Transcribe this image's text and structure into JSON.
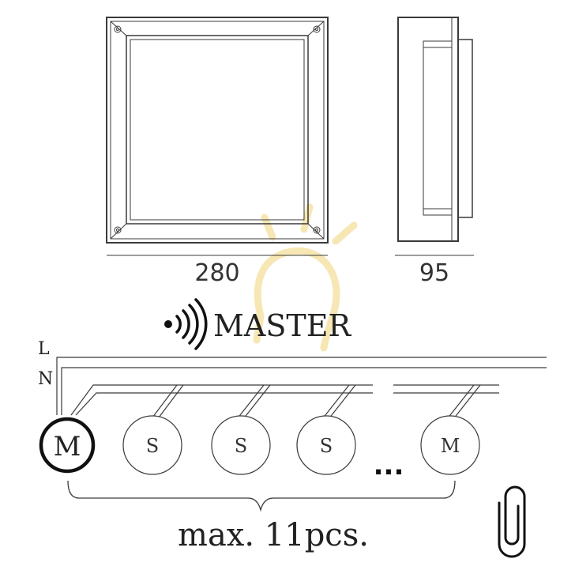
{
  "dimensions": {
    "width": "280",
    "depth": "95"
  },
  "wireless": {
    "label": "MASTER",
    "icon": "wireless-signal-icon"
  },
  "wiring": {
    "line_label": "L",
    "neutral_label": "N"
  },
  "devices": [
    {
      "label": "M",
      "role": "master",
      "emphasis": true
    },
    {
      "label": "S",
      "role": "slave"
    },
    {
      "label": "S",
      "role": "slave"
    },
    {
      "label": "S",
      "role": "slave"
    },
    {
      "label": "M",
      "role": "master"
    }
  ],
  "ellipsis": "...",
  "limit_label": "max. 11pcs.",
  "icons": {
    "attachment": "paperclip-icon",
    "watermark": "lightbulb-watermark-icon"
  },
  "colors": {
    "line": "#3a3a3a",
    "watermark": "#f6e7b4"
  }
}
